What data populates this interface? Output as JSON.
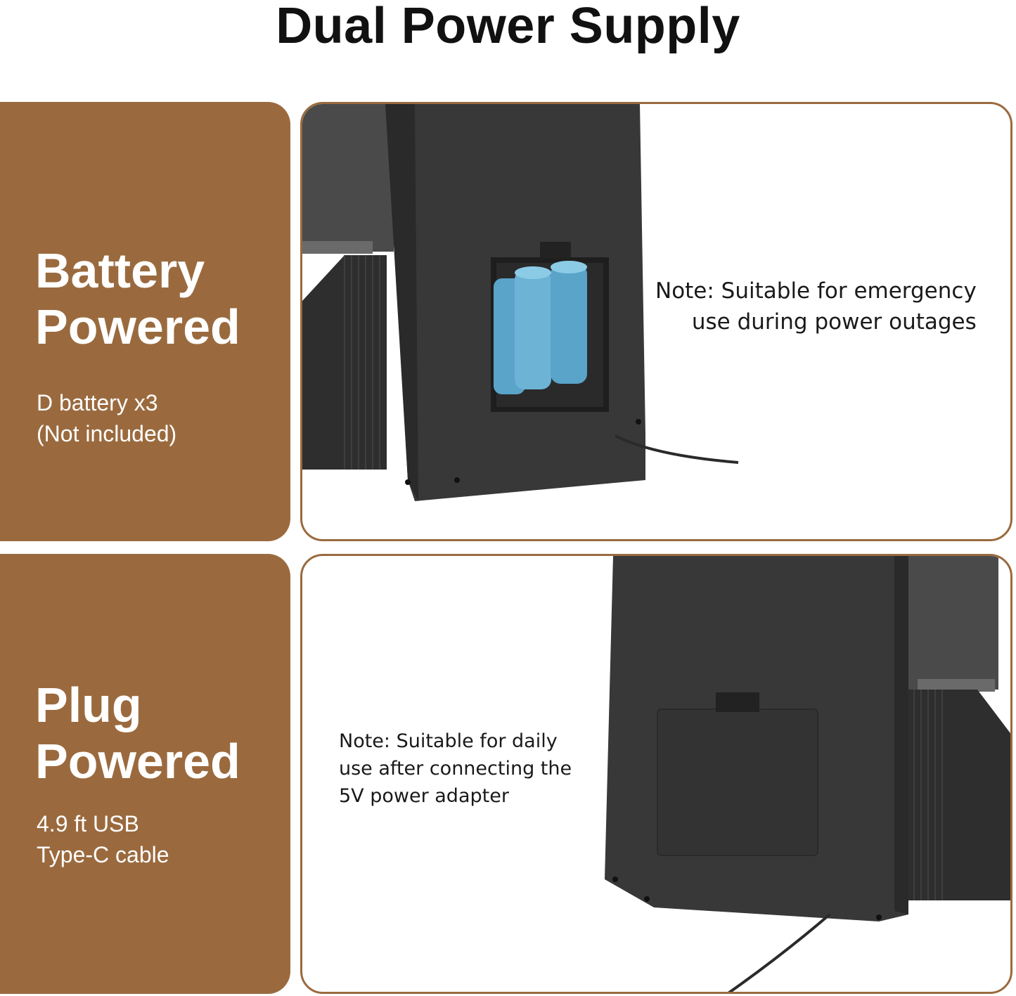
{
  "title": "Dual Power Supply",
  "battery": {
    "heading_line1": "Battery",
    "heading_line2": "Powered",
    "detail_line1": "D battery x3",
    "detail_line2": "(Not included)",
    "note_line1": "Note: Suitable for emergency",
    "note_line2": "use during power outages"
  },
  "plug": {
    "heading_line1": "Plug",
    "heading_line2": "Powered",
    "detail_line1": "4.9 ft USB",
    "detail_line2": "Type-C cable",
    "note_line1": "Note: Suitable for daily",
    "note_line2": "use after connecting the",
    "note_line3": "5V power adapter"
  },
  "colors": {
    "accent_brown": "#9a6a3e",
    "device_dark": "#3a3a3a",
    "battery_blue": "#5aa3c9"
  }
}
